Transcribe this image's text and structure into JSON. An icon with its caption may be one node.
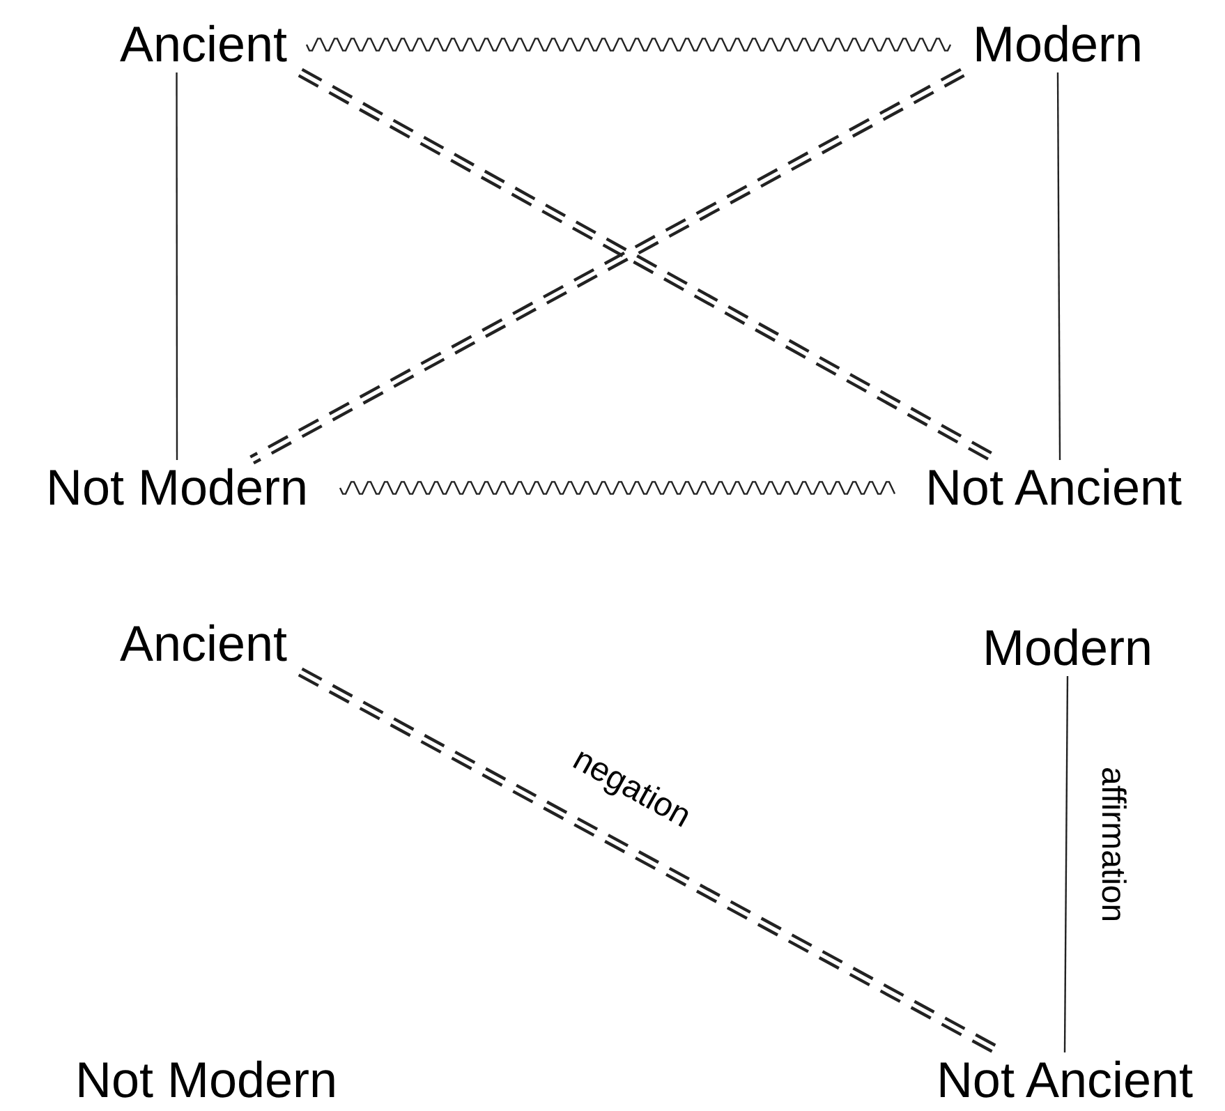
{
  "diagram": {
    "nodes": [
      {
        "text": [
          "Ancient"
        ]
      },
      {
        "text": [
          "Modern"
        ]
      },
      {
        "text": [
          "Not Modern"
        ]
      },
      {
        "text": [
          "Not Ancient"
        ]
      },
      {
        "text": [
          "Ancient"
        ]
      },
      {
        "text": [
          "Modern"
        ]
      },
      {
        "text": [
          "Not Modern"
        ]
      },
      {
        "text": [
          "Not Ancient"
        ]
      }
    ],
    "edges": [
      {
        "from": 0,
        "to": 1,
        "arrow": "none"
      },
      {
        "from": 0,
        "to": 2,
        "arrow": "none"
      },
      {
        "from": 1,
        "to": 3,
        "arrow": "none"
      },
      {
        "from": 0,
        "to": 3,
        "arrow": "none",
        "style": "dashed"
      },
      {
        "from": 1,
        "to": 2,
        "arrow": "none",
        "style": "dashed"
      },
      {
        "from": 2,
        "to": 3,
        "arrow": "none"
      },
      {
        "from": 4,
        "to": 7,
        "arrow": "none",
        "style": "dashed",
        "label": "negation"
      },
      {
        "from": 5,
        "to": 7,
        "arrow": "none",
        "label": "affirmation"
      }
    ]
  }
}
